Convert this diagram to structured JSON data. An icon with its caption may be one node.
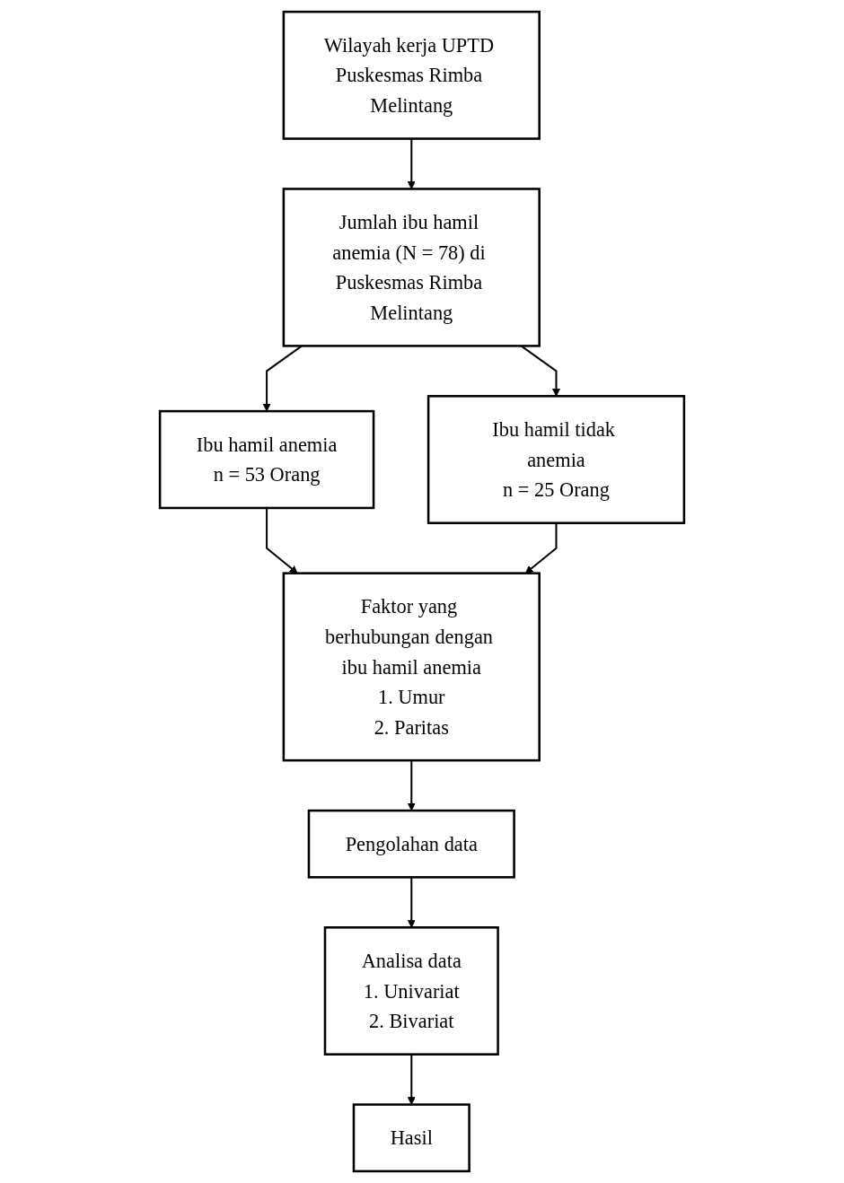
{
  "diagram": {
    "nodes": [
      {
        "text": [
          "Wilayah kerja UPTD Puskesmas Rimba Melintang"
        ]
      },
      {
        "text": [
          "Jumlah ibu hamil anemia (N = 78) di Puskesmas Rimba Melintang"
        ]
      },
      {
        "text": [
          "Ibu hamil anemia",
          "n = 53 Orang"
        ]
      },
      {
        "text": [
          "Ibu hamil tidak anemia",
          "n = 25 Orang"
        ]
      },
      {
        "text": [
          "Faktor yang berhubungan dengan ibu hamil anemia",
          "1. Umur",
          "2. Paritas"
        ]
      },
      {
        "text": [
          "Pengolahan data"
        ]
      },
      {
        "text": [
          "Analisa data",
          "1. Univariat",
          "2. Bivariat"
        ]
      },
      {
        "text": [
          "Hasil"
        ]
      }
    ],
    "edges": [
      {
        "from": 0,
        "to": 1,
        "arrow": "to"
      },
      {
        "from": 1,
        "to": 2,
        "arrow": "to"
      },
      {
        "from": 1,
        "to": 3,
        "arrow": "to"
      },
      {
        "from": 2,
        "to": 4,
        "arrow": "to"
      },
      {
        "from": 3,
        "to": 4,
        "arrow": "to"
      },
      {
        "from": 4,
        "to": 5,
        "arrow": "to"
      },
      {
        "from": 5,
        "to": 6,
        "arrow": "to"
      },
      {
        "from": 6,
        "to": 7,
        "arrow": "to"
      }
    ]
  }
}
